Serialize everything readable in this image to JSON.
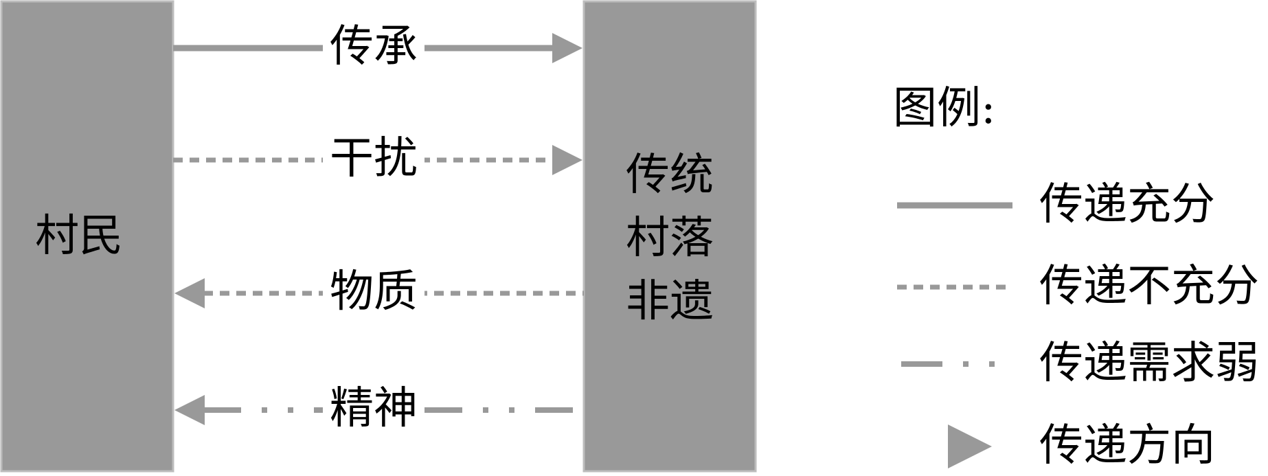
{
  "colors": {
    "box_fill": "#999999",
    "box_stroke": "#bdbdbd",
    "line": "#999999",
    "text": "#000000",
    "background": "#ffffff"
  },
  "nodes": {
    "villagers": {
      "label": "村民"
    },
    "heritage": {
      "lines": [
        "传统",
        "村落",
        "非遗"
      ]
    }
  },
  "edges": [
    {
      "label": "传承",
      "style": "solid",
      "direction": "villagers-to-heritage"
    },
    {
      "label": "干扰",
      "style": "dotted",
      "direction": "villagers-to-heritage"
    },
    {
      "label": "物质",
      "style": "dotted",
      "direction": "heritage-to-villagers"
    },
    {
      "label": "精神",
      "style": "dash-dot",
      "direction": "heritage-to-villagers"
    }
  ],
  "legend": {
    "title": "图例:",
    "items": [
      {
        "label": "传递充分",
        "symbol": "solid-line-icon"
      },
      {
        "label": "传递不充分",
        "symbol": "dotted-line-icon"
      },
      {
        "label": "传递需求弱",
        "symbol": "dash-dot-line-icon"
      },
      {
        "label": "传递方向",
        "symbol": "triangle-arrow-icon"
      }
    ]
  }
}
